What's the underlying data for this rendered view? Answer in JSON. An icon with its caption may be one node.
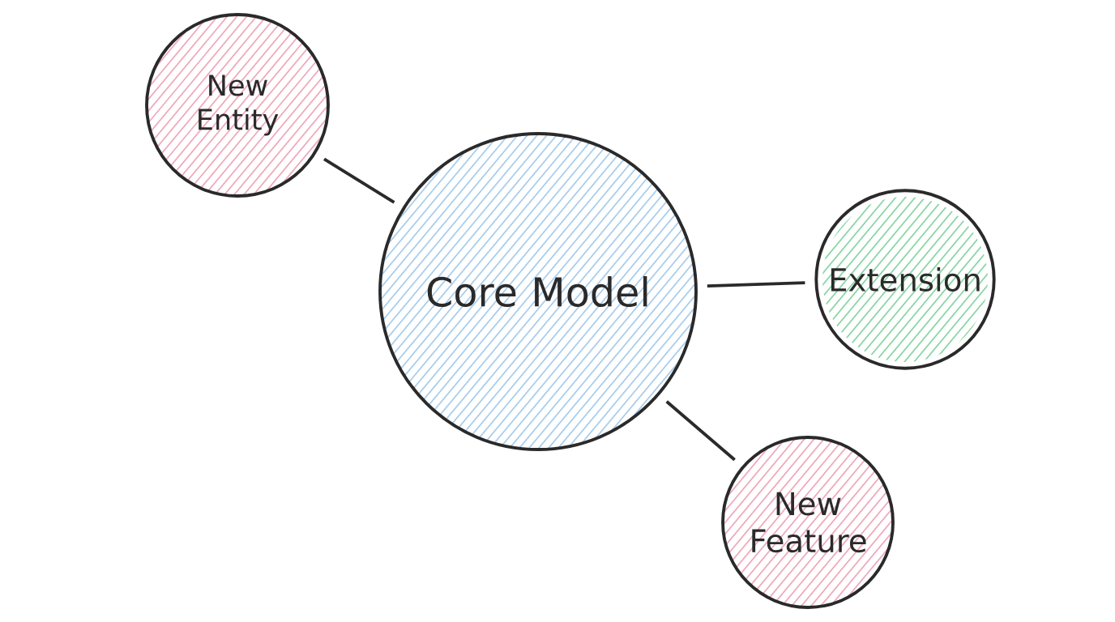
{
  "diagram": {
    "nodes": [
      {
        "text": [
          "New Entity"
        ]
      },
      {
        "text": [
          "Core Model"
        ]
      },
      {
        "text": [
          "Extension"
        ]
      },
      {
        "text": [
          "New Feature"
        ]
      }
    ],
    "edges": [
      {
        "from": 1,
        "to": 0,
        "arrow": "none"
      },
      {
        "from": 1,
        "to": 2,
        "arrow": "none"
      },
      {
        "from": 1,
        "to": 3,
        "arrow": "none"
      }
    ]
  }
}
